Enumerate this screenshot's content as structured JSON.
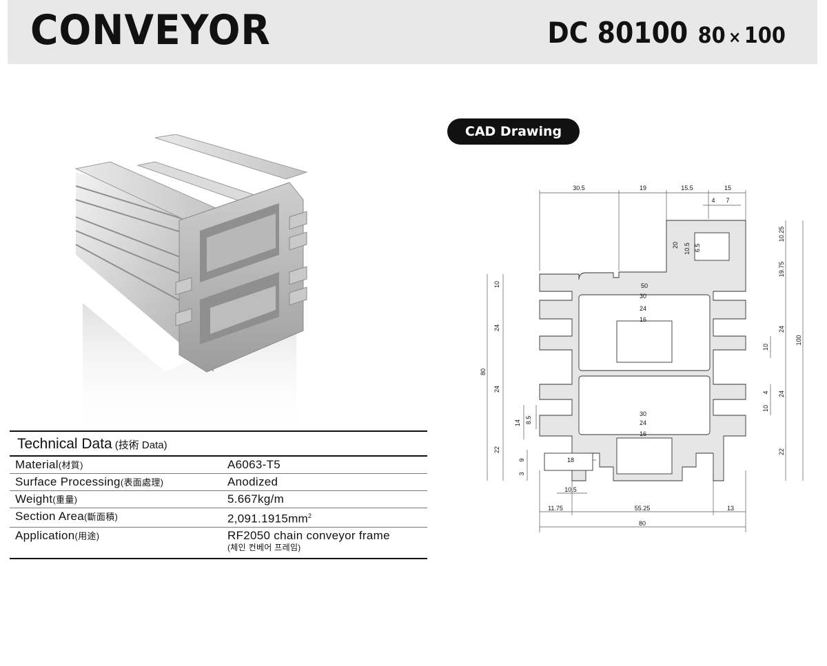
{
  "header": {
    "title": "CONVEYOR",
    "model": "DC 80100",
    "dim_w": "80",
    "dim_x": "×",
    "dim_h": "100"
  },
  "tech": {
    "heading": "Technical Data",
    "heading_note": "(技術 Data)",
    "rows": [
      {
        "label": "Material",
        "note": "(材質)",
        "value": "A6063-T5"
      },
      {
        "label": "Surface Processing",
        "note": "(表面處理)",
        "value": "Anodized"
      },
      {
        "label": "Weight",
        "note": "(重量)",
        "value": "5.667kg/m"
      },
      {
        "label": "Section Area",
        "note": "(斷面積)",
        "value": "2,091.1915mm",
        "sup": "2"
      },
      {
        "label": "Application",
        "note": "(用途)",
        "value": "RF2050 chain conveyor frame",
        "value_note": "(체인 컨베어 프레임)"
      }
    ]
  },
  "cad": {
    "badge": "CAD Drawing",
    "dims": {
      "d30_5": "30.5",
      "d19": "19",
      "d15_5": "15.5",
      "d15": "15",
      "d4": "4",
      "d7": "7",
      "d20": "20",
      "d10_5": "10.5",
      "d6_5": "6.5",
      "d10_25": "10.25",
      "d19_75": "19.75",
      "d50": "50",
      "d30a": "30",
      "d24a": "24",
      "d16a": "16",
      "d30b": "30",
      "d24b": "24",
      "d16b": "16",
      "d10L": "10",
      "d24L1": "24",
      "d80": "80",
      "d24L2": "24",
      "d14": "14",
      "d8_5": "8.5",
      "d22L": "22",
      "d9": "9",
      "d3": "3",
      "d18": "18",
      "d10_5b": "10.5",
      "d24R1": "24",
      "d10R1": "10",
      "d100": "100",
      "d4R": "4",
      "d24R2": "24",
      "d10R2": "10",
      "d22R": "22",
      "d11_75": "11.75",
      "d55_25": "55.25",
      "d13": "13",
      "d80b": "80"
    }
  }
}
